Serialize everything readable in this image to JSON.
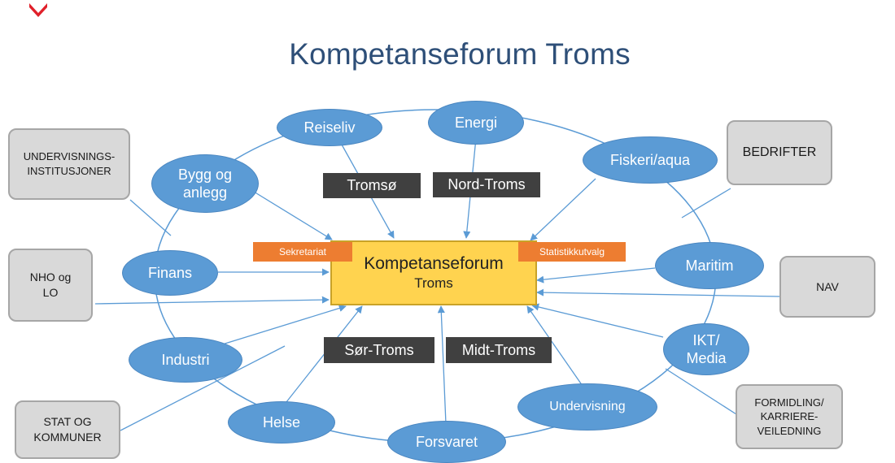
{
  "title": "Kompetanseforum Troms",
  "center": {
    "line1": "Kompetanseforum",
    "line2": "Troms"
  },
  "tags": {
    "left": "Sekretariat",
    "right": "Statistikkutvalg"
  },
  "regions": {
    "tromso": "Tromsø",
    "nord": "Nord-Troms",
    "sor": "Sør-Troms",
    "midt": "Midt-Troms"
  },
  "sectors": {
    "reiseliv": "Reiseliv",
    "energi": "Energi",
    "bygg_line1": "Bygg og",
    "bygg_line2": "anlegg",
    "fiskeri": "Fiskeri/aqua",
    "finans": "Finans",
    "maritim": "Maritim",
    "ikt_line1": "IKT/",
    "ikt_line2": "Media",
    "industri": "Industri",
    "helse": "Helse",
    "forsvaret": "Forsvaret",
    "undervisning": "Undervisning"
  },
  "stakeholders": {
    "undervisning_line1": "UNDERVISNINGS-",
    "undervisning_line2": "INSTITUSJONER",
    "bedrifter": "BEDRIFTER",
    "nho_line1": "NHO og",
    "nho_line2": "LO",
    "nav": "NAV",
    "stat_line1": "STAT OG",
    "stat_line2": "KOMMUNER",
    "formidling_line1": "FORMIDLING/",
    "formidling_line2": "KARRIERE-",
    "formidling_line3": "VEILEDNING"
  },
  "colors": {
    "title": "#2e4f78",
    "ellipse": "#5b9bd5",
    "center": "#ffd34f",
    "region_box": "#404040",
    "tag": "#ed7d31",
    "stakeholder_box": "#d9d9d9",
    "connector": "#5b9bd5",
    "logo": "#e0202a"
  }
}
